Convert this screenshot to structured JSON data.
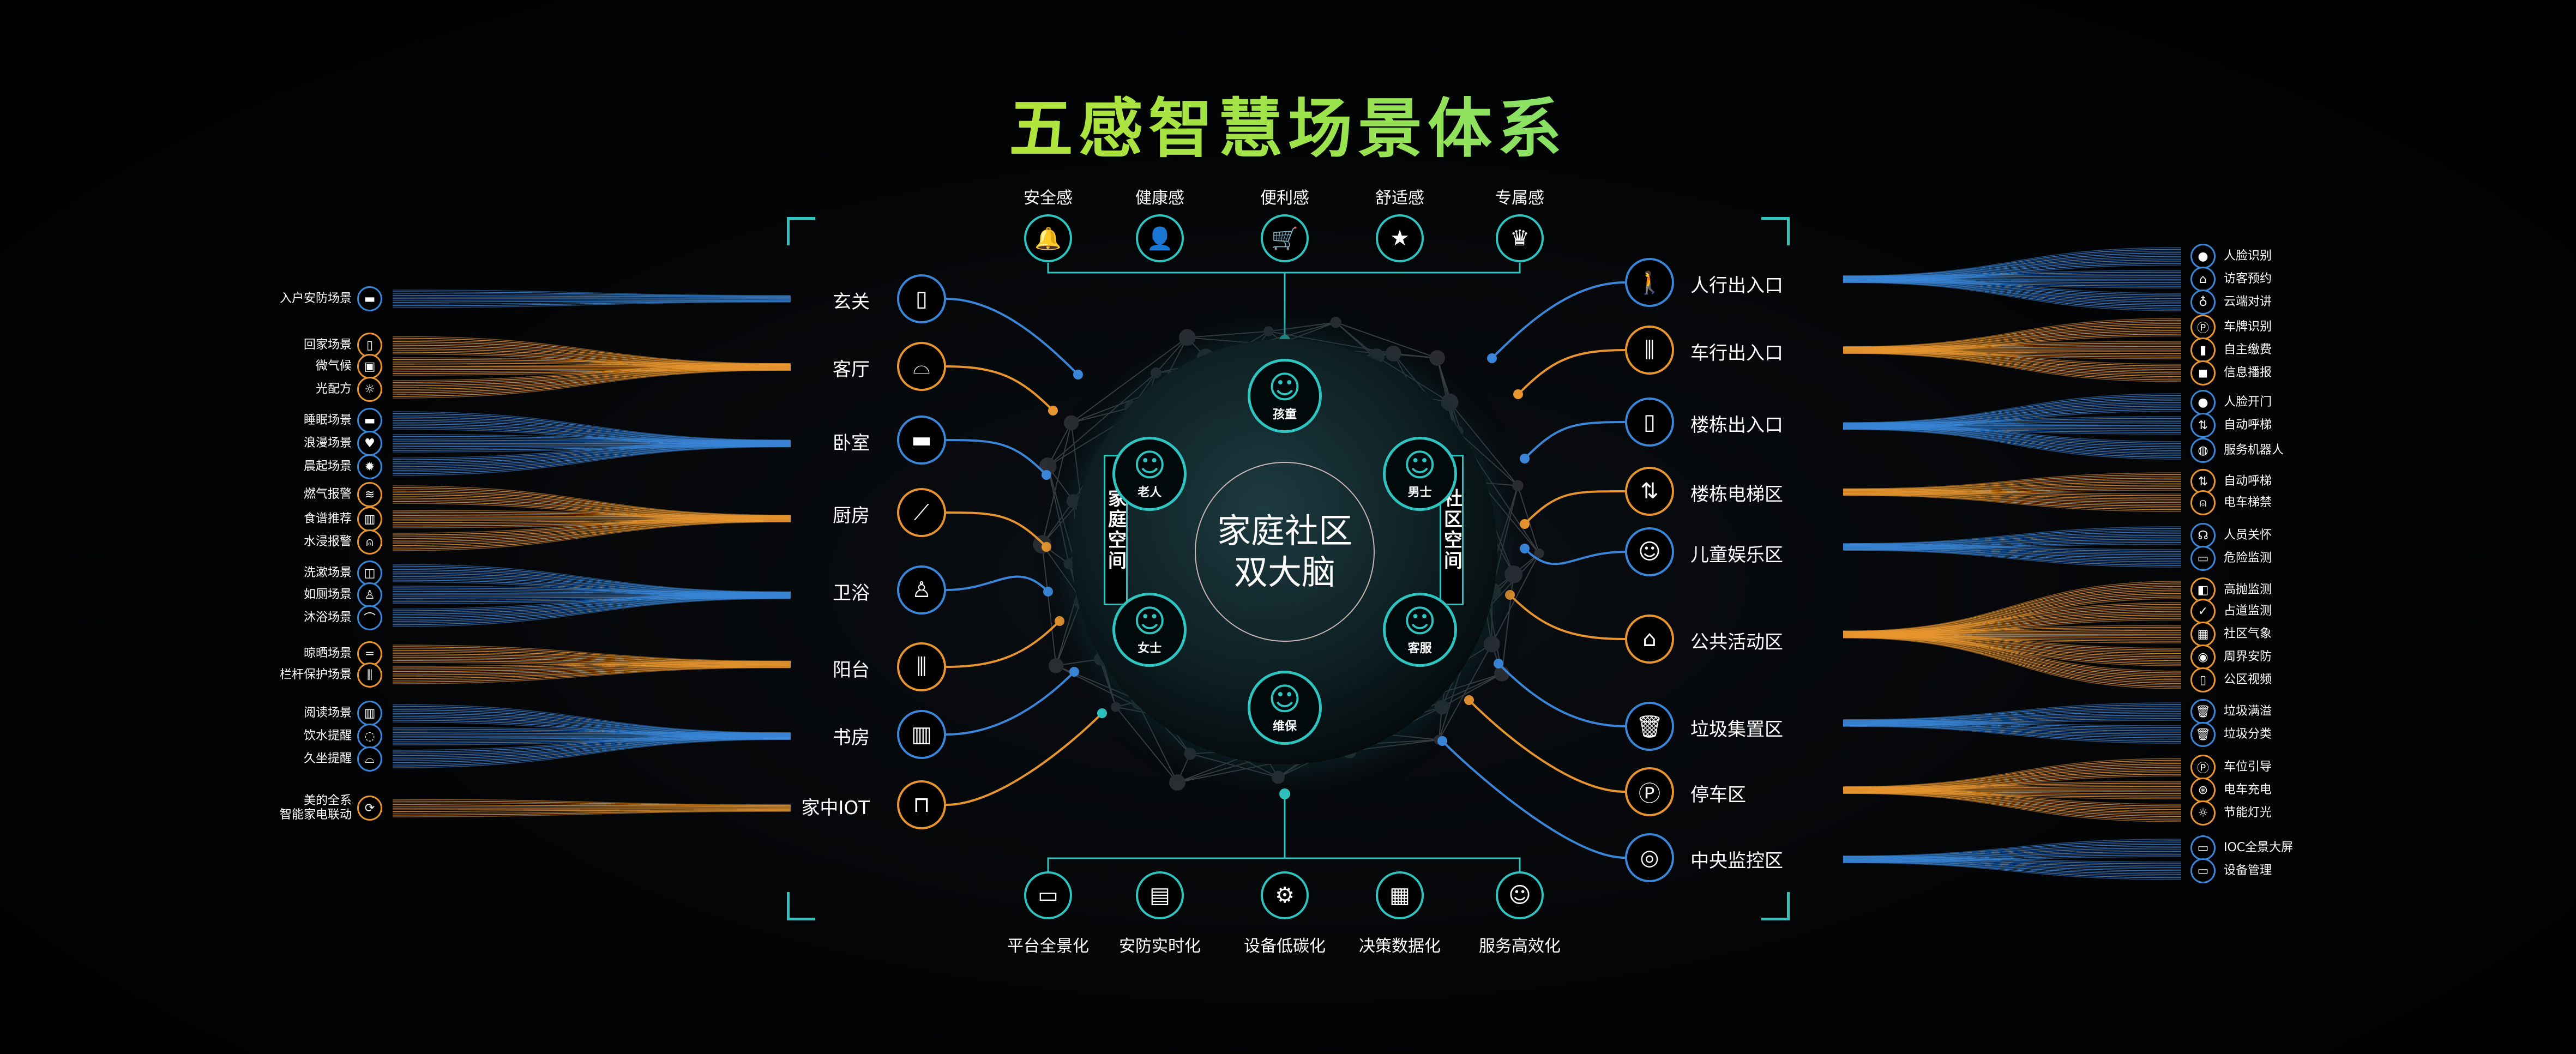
{
  "title": "五感智慧场景体系",
  "colors": {
    "accent": "#2ec4c0",
    "blue": "#3a86d8",
    "orange": "#e8952f"
  },
  "top_features": [
    {
      "label": "安全感",
      "icon": "bell-icon"
    },
    {
      "label": "健康感",
      "icon": "person-icon"
    },
    {
      "label": "便利感",
      "icon": "cart-icon"
    },
    {
      "label": "舒适感",
      "icon": "bookmark-star-icon"
    },
    {
      "label": "专属感",
      "icon": "vip-basket-icon"
    }
  ],
  "bottom_features": [
    {
      "label": "平台全景化",
      "icon": "monitor-icon"
    },
    {
      "label": "安防实时化",
      "icon": "shield-doc-icon"
    },
    {
      "label": "设备低碳化",
      "icon": "gear-icon"
    },
    {
      "label": "决策数据化",
      "icon": "chart-screen-icon"
    },
    {
      "label": "服务高效化",
      "icon": "service-person-icon"
    }
  ],
  "center": {
    "line1": "家庭社区",
    "line2": "双大脑",
    "left_space": "家庭空间",
    "right_space": "社区空间",
    "persons": [
      {
        "label": "孩童"
      },
      {
        "label": "男士"
      },
      {
        "label": "客服"
      },
      {
        "label": "维保"
      },
      {
        "label": "女士"
      },
      {
        "label": "老人"
      }
    ]
  },
  "home_rooms": [
    {
      "label": "玄关",
      "icon": "door-icon",
      "color": "blue"
    },
    {
      "label": "客厅",
      "icon": "sofa-icon",
      "color": "orange"
    },
    {
      "label": "卧室",
      "icon": "bed-icon",
      "color": "blue"
    },
    {
      "label": "厨房",
      "icon": "knife-icon",
      "color": "orange"
    },
    {
      "label": "卫浴",
      "icon": "toilet-icon",
      "color": "blue"
    },
    {
      "label": "阳台",
      "icon": "fence-icon",
      "color": "orange"
    },
    {
      "label": "书房",
      "icon": "book-icon",
      "color": "blue"
    },
    {
      "label": "家中IOT",
      "icon": "iot-device-icon",
      "color": "orange"
    }
  ],
  "community_areas": [
    {
      "label": "人行出入口",
      "icon": "walking-person-icon",
      "color": "blue"
    },
    {
      "label": "车行出入口",
      "icon": "gate-icon",
      "color": "orange"
    },
    {
      "label": "楼栋出入口",
      "icon": "door-icon",
      "color": "blue"
    },
    {
      "label": "楼栋电梯区",
      "icon": "elevator-icon",
      "color": "orange"
    },
    {
      "label": "儿童娱乐区",
      "icon": "child-icon",
      "color": "blue"
    },
    {
      "label": "公共活动区",
      "icon": "building-icon",
      "color": "orange"
    },
    {
      "label": "垃圾集置区",
      "icon": "trash-icon",
      "color": "blue"
    },
    {
      "label": "停车区",
      "icon": "parking-icon",
      "color": "orange"
    },
    {
      "label": "中央监控区",
      "icon": "camera-icon",
      "color": "blue"
    }
  ],
  "home_scenes": [
    {
      "color": "blue",
      "items": [
        {
          "label": "入户安防场景",
          "icon": "security-card-icon"
        }
      ]
    },
    {
      "color": "orange",
      "items": [
        {
          "label": "回家场景",
          "icon": "door-icon"
        },
        {
          "label": "微气候",
          "icon": "chip-icon"
        },
        {
          "label": "光配方",
          "icon": "bulb-icon"
        }
      ]
    },
    {
      "color": "blue",
      "items": [
        {
          "label": "睡眠场景",
          "icon": "bed-icon"
        },
        {
          "label": "浪漫场景",
          "icon": "hearts-icon"
        },
        {
          "label": "晨起场景",
          "icon": "sun-icon"
        }
      ]
    },
    {
      "color": "orange",
      "items": [
        {
          "label": "燃气报警",
          "icon": "wind-icon"
        },
        {
          "label": "食谱推荐",
          "icon": "recipe-book-icon"
        },
        {
          "label": "水浸报警",
          "icon": "alarm-icon"
        }
      ]
    },
    {
      "color": "blue",
      "items": [
        {
          "label": "洗漱场景",
          "icon": "washbasin-icon"
        },
        {
          "label": "如厕场景",
          "icon": "toilet-icon"
        },
        {
          "label": "沐浴场景",
          "icon": "shower-icon"
        }
      ]
    },
    {
      "color": "orange",
      "items": [
        {
          "label": "晾晒场景",
          "icon": "clothes-rail-icon"
        },
        {
          "label": "栏杆保护场景",
          "icon": "fence-icon"
        }
      ]
    },
    {
      "color": "blue",
      "items": [
        {
          "label": "阅读场景",
          "icon": "book-icon"
        },
        {
          "label": "饮水提醒",
          "icon": "water-drop-icon"
        },
        {
          "label": "久坐提醒",
          "icon": "sofa-icon"
        }
      ]
    },
    {
      "color": "orange",
      "items": [
        {
          "label": "美的全系\n智能家电联动",
          "line1": "美的全系",
          "line2": "智能家电联动",
          "icon": "sync-icon"
        }
      ]
    }
  ],
  "community_scenes": [
    {
      "color": "blue",
      "items": [
        {
          "label": "人脸识别",
          "icon": "face-id-icon"
        },
        {
          "label": "访客预约",
          "icon": "home-icon"
        },
        {
          "label": "云端对讲",
          "icon": "user-outline-icon"
        }
      ]
    },
    {
      "color": "orange",
      "items": [
        {
          "label": "车牌识别",
          "icon": "parking-icon"
        },
        {
          "label": "自主缴费",
          "icon": "signal-bars-icon"
        },
        {
          "label": "信息播报",
          "icon": "chat-bubble-icon"
        }
      ]
    },
    {
      "color": "blue",
      "items": [
        {
          "label": "人脸开门",
          "icon": "face-id-icon"
        },
        {
          "label": "自动呼梯",
          "icon": "elevator-icon"
        },
        {
          "label": "服务机器人",
          "icon": "robot-head-icon"
        }
      ]
    },
    {
      "color": "orange",
      "items": [
        {
          "label": "自动呼梯",
          "icon": "elevator-icon"
        },
        {
          "label": "电车梯禁",
          "icon": "alarm-icon"
        }
      ]
    },
    {
      "color": "blue",
      "items": [
        {
          "label": "人员关怀",
          "icon": "care-icon"
        },
        {
          "label": "危险监测",
          "icon": "keyboard-icon"
        }
      ]
    },
    {
      "color": "orange",
      "items": [
        {
          "label": "高抛监测",
          "icon": "cctv-icon"
        },
        {
          "label": "占道监测",
          "icon": "shield-check-icon"
        },
        {
          "label": "社区气象",
          "icon": "display-board-icon"
        },
        {
          "label": "周界安防",
          "icon": "globe-icon"
        },
        {
          "label": "公区视频",
          "icon": "tablet-icon"
        }
      ]
    },
    {
      "color": "blue",
      "items": [
        {
          "label": "垃圾满溢",
          "icon": "trash-icon"
        },
        {
          "label": "垃圾分类",
          "icon": "trash-icon"
        }
      ]
    },
    {
      "color": "orange",
      "items": [
        {
          "label": "车位引导",
          "icon": "parking-icon"
        },
        {
          "label": "电车充电",
          "icon": "charger-icon"
        },
        {
          "label": "节能灯光",
          "icon": "bulb-icon"
        }
      ]
    },
    {
      "color": "blue",
      "items": [
        {
          "label": "IOC全景大屏",
          "icon": "laptop-icon"
        },
        {
          "label": "设备管理",
          "icon": "monitor-icon"
        }
      ]
    }
  ]
}
